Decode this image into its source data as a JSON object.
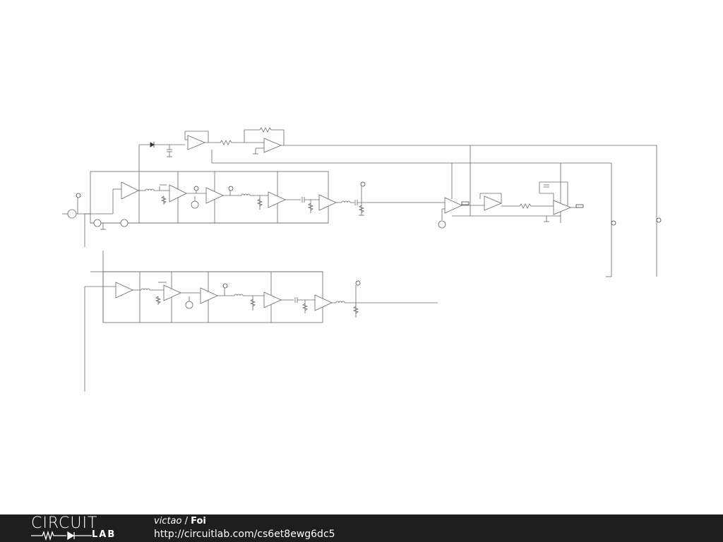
{
  "footer": {
    "brand_top": "CIRCUIT",
    "brand_bottom": "LAB",
    "author": "victao",
    "separator": " / ",
    "title": "Foi",
    "url": "http://circuitlab.com/cs6et8ewg6dc5"
  },
  "colors": {
    "wire": "#555555",
    "footer_bg": "#1e1e1e",
    "footer_text": "#ffffff"
  }
}
